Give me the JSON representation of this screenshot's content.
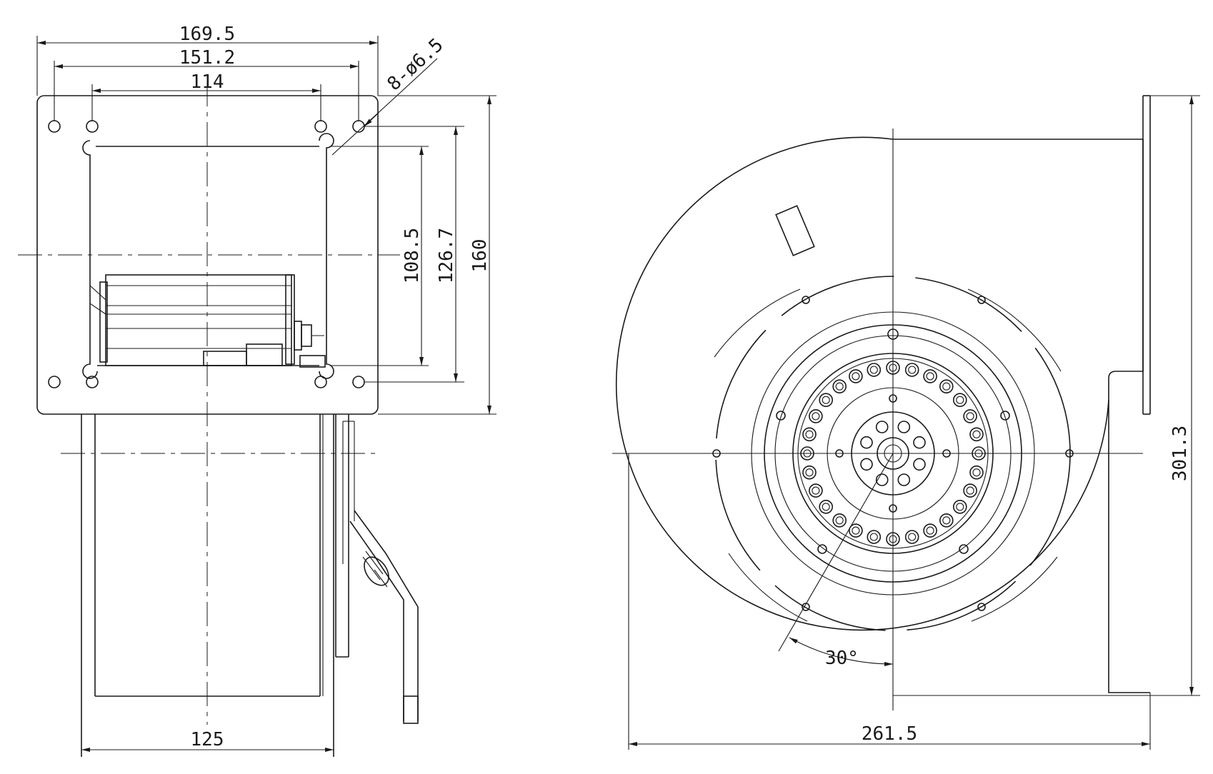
{
  "views": {
    "front": {
      "dimensions": {
        "flange_width": "169.5",
        "hole_spacing_outer": "151.2",
        "hole_spacing_inner": "114",
        "mount_holes": "8-ø6.5",
        "opening_height": "108.5",
        "hole_spacing_vertical": "126.7",
        "flange_height": "160",
        "housing_width": "125"
      }
    },
    "side": {
      "dimensions": {
        "overall_width": "261.5",
        "overall_height": "301.3",
        "angle": "30°"
      }
    }
  },
  "colors": {
    "line": "#1a1a1a",
    "background": "#ffffff"
  }
}
